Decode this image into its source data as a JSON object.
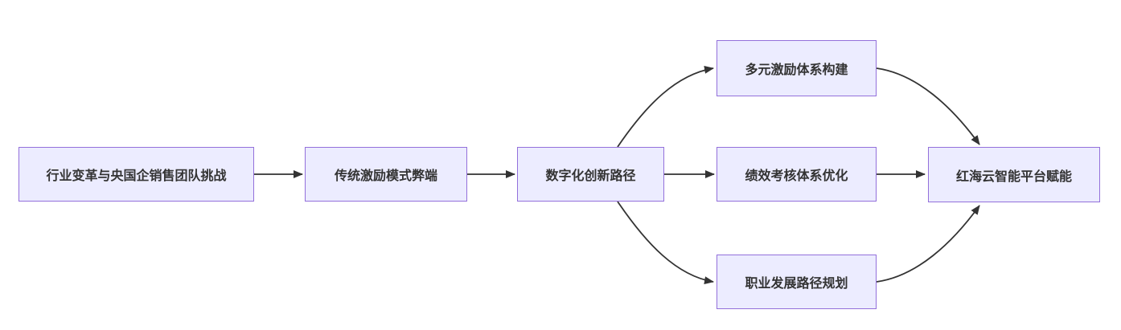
{
  "diagram": {
    "type": "flowchart-LR",
    "background_color": "#ffffff",
    "node_fill_color": "#ECECFF",
    "node_border_color": "#9370DB",
    "edge_color": "#333333",
    "text_color": "#333333",
    "nodes": [
      {
        "id": "A",
        "label": "行业变革与央国企销售团队挑战"
      },
      {
        "id": "B",
        "label": "传统激励模式弊端"
      },
      {
        "id": "C",
        "label": "数字化创新路径"
      },
      {
        "id": "D",
        "label": "多元激励体系构建"
      },
      {
        "id": "E",
        "label": "绩效考核体系优化"
      },
      {
        "id": "F",
        "label": "职业发展路径规划"
      },
      {
        "id": "G",
        "label": "红海云智能平台赋能"
      }
    ],
    "edges": [
      {
        "from": "A",
        "to": "B"
      },
      {
        "from": "B",
        "to": "C"
      },
      {
        "from": "C",
        "to": "D"
      },
      {
        "from": "C",
        "to": "E"
      },
      {
        "from": "C",
        "to": "F"
      },
      {
        "from": "D",
        "to": "G"
      },
      {
        "from": "E",
        "to": "G"
      },
      {
        "from": "F",
        "to": "G"
      }
    ]
  }
}
